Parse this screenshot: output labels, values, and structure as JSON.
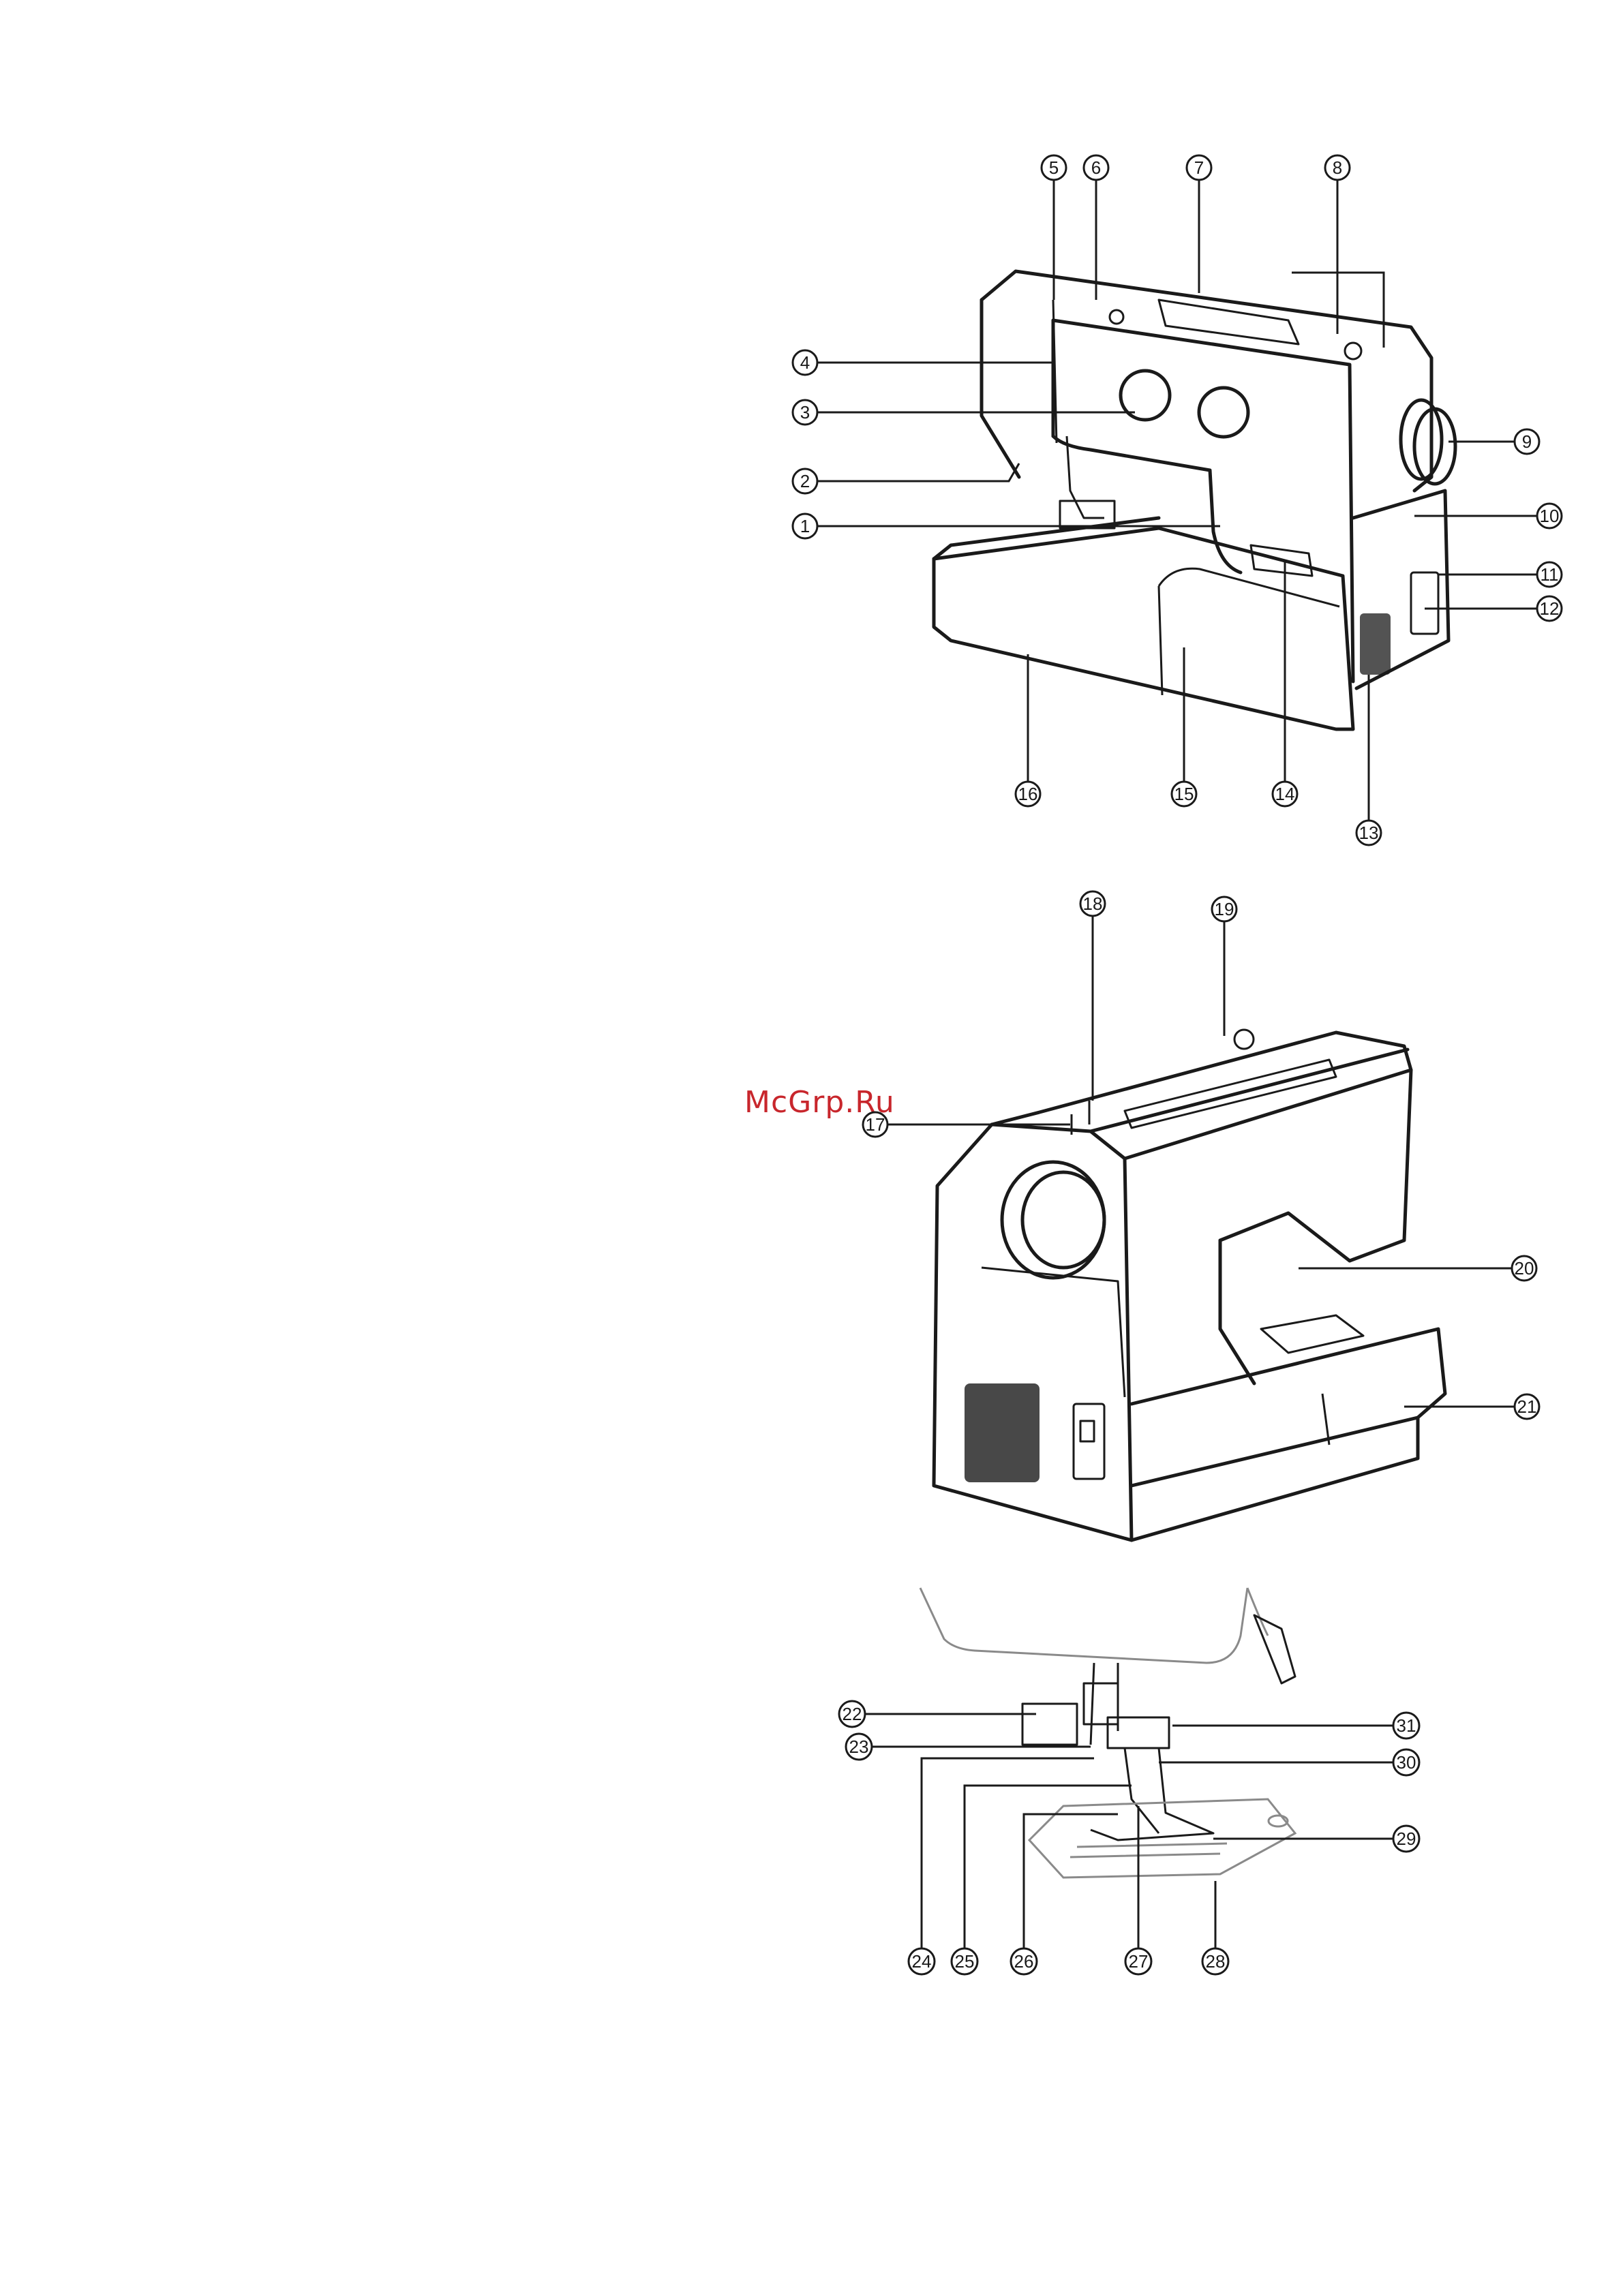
{
  "watermark": "McGrp.Ru",
  "figures": {
    "front_view": {
      "callouts": [
        {
          "label": "1"
        },
        {
          "label": "2"
        },
        {
          "label": "3"
        },
        {
          "label": "4"
        },
        {
          "label": "5"
        },
        {
          "label": "6"
        },
        {
          "label": "7"
        },
        {
          "label": "8"
        },
        {
          "label": "9"
        },
        {
          "label": "10"
        },
        {
          "label": "11"
        },
        {
          "label": "12"
        },
        {
          "label": "13"
        },
        {
          "label": "14"
        },
        {
          "label": "15"
        },
        {
          "label": "16"
        }
      ]
    },
    "rear_view": {
      "callouts": [
        {
          "label": "17"
        },
        {
          "label": "18"
        },
        {
          "label": "19"
        },
        {
          "label": "20"
        },
        {
          "label": "21"
        }
      ]
    },
    "needle_area": {
      "callouts": [
        {
          "label": "22"
        },
        {
          "label": "23"
        },
        {
          "label": "24"
        },
        {
          "label": "25"
        },
        {
          "label": "26"
        },
        {
          "label": "27"
        },
        {
          "label": "28"
        },
        {
          "label": "29"
        },
        {
          "label": "30"
        },
        {
          "label": "31"
        }
      ]
    }
  }
}
